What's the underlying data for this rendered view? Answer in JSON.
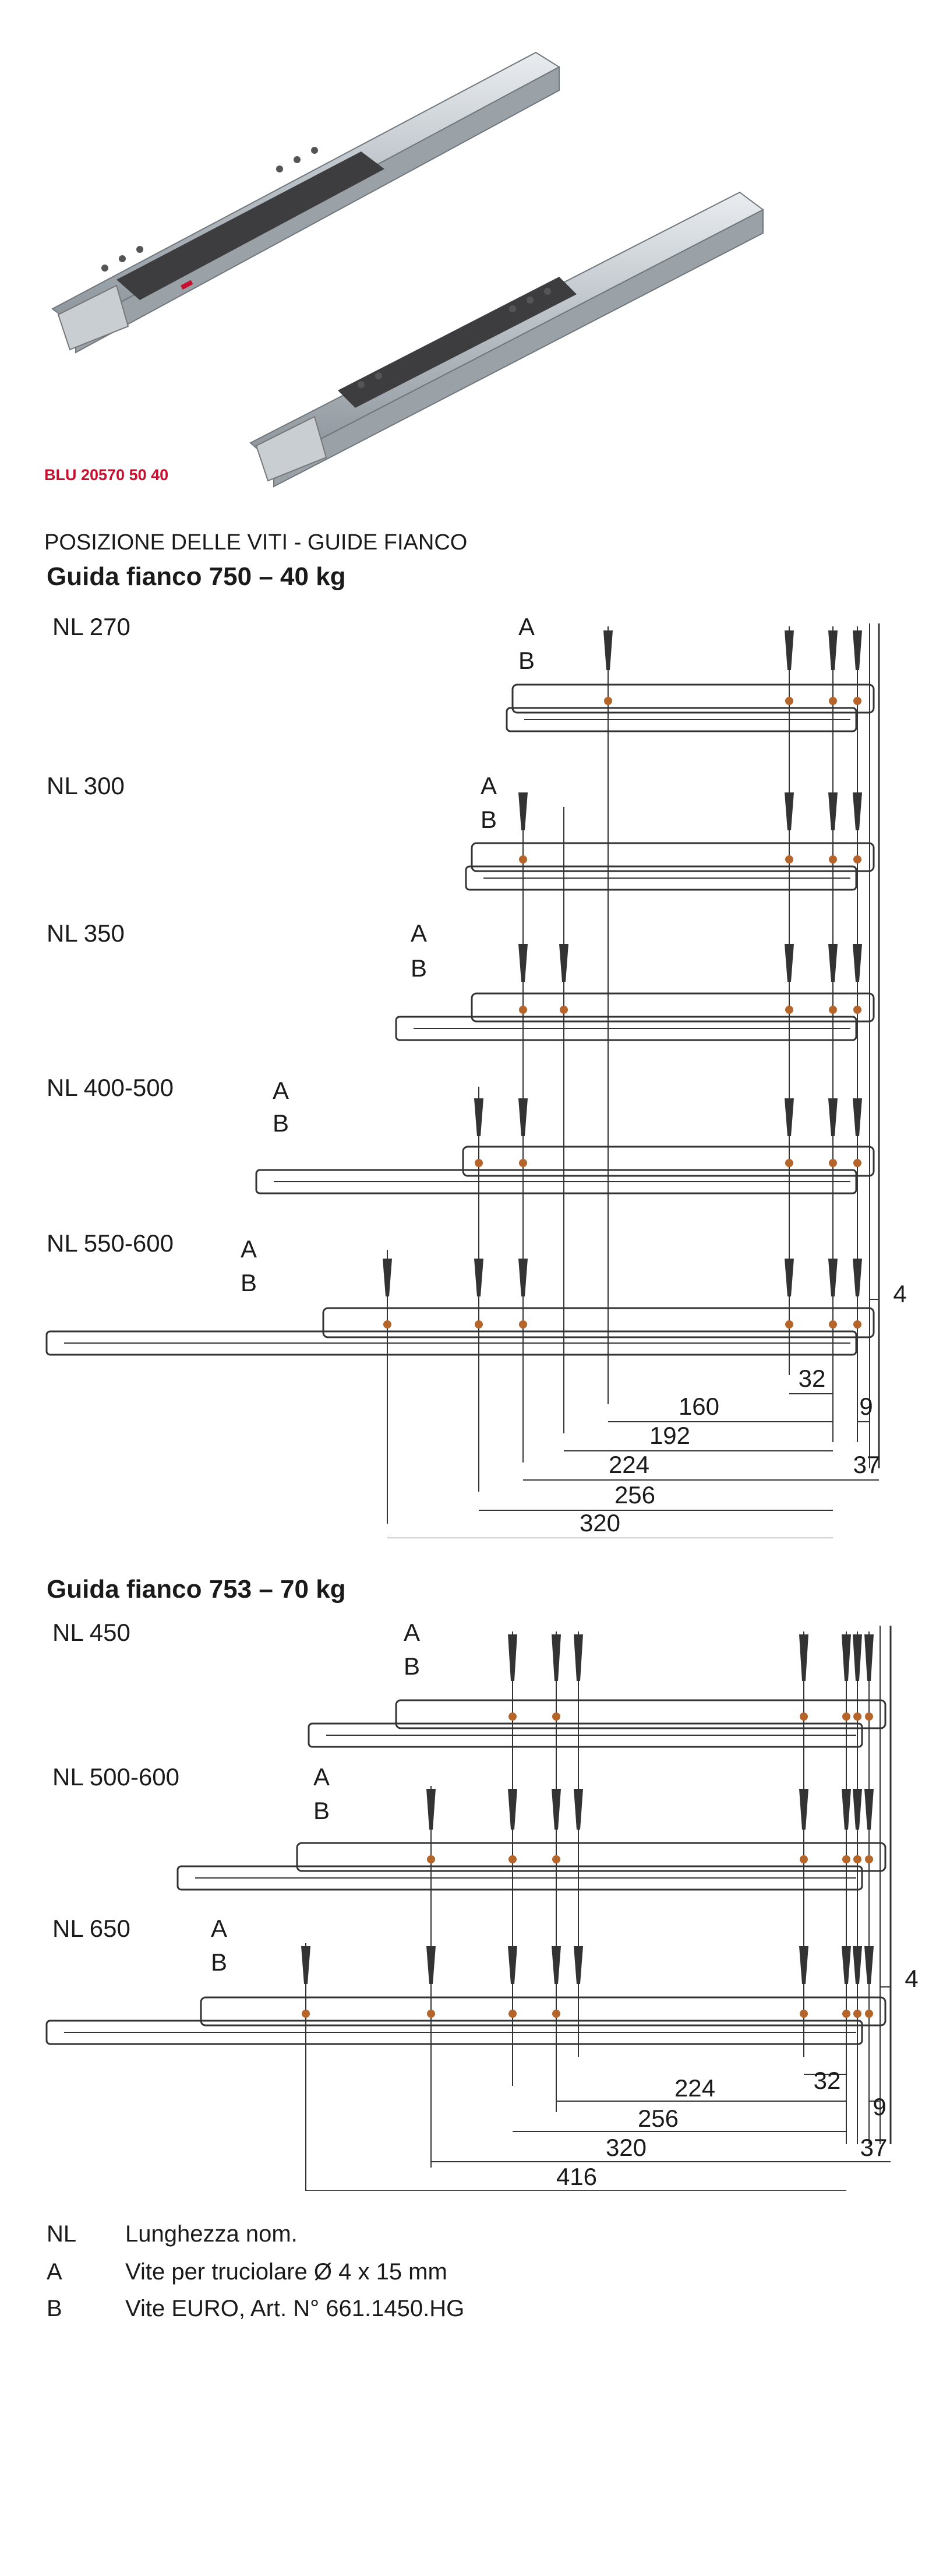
{
  "product_code": "BLU 20570 50 40",
  "subtitle": "POSIZIONE DELLE VITI - GUIDE FIANCO",
  "section1": {
    "title": "Guida fianco 750 – 40 kg",
    "rows": [
      {
        "nl": "NL 270",
        "a": "A",
        "b": "B"
      },
      {
        "nl": "NL 300",
        "a": "A",
        "b": "B"
      },
      {
        "nl": "NL 350",
        "a": "A",
        "b": "B"
      },
      {
        "nl": "NL 400-500",
        "a": "A",
        "b": "B"
      },
      {
        "nl": "NL 550-600",
        "a": "A",
        "b": "B"
      }
    ],
    "dims": {
      "d4": "4",
      "d32": "32",
      "d9": "9",
      "d37": "37",
      "d160": "160",
      "d192": "192",
      "d224": "224",
      "d256": "256",
      "d320": "320"
    }
  },
  "section2": {
    "title": "Guida fianco 753 – 70 kg",
    "rows": [
      {
        "nl": "NL 450",
        "a": "A",
        "b": "B"
      },
      {
        "nl": "NL 500-600",
        "a": "A",
        "b": "B"
      },
      {
        "nl": "NL 650",
        "a": "A",
        "b": "B"
      }
    ],
    "dims": {
      "d4": "4",
      "d32": "32",
      "d9": "9",
      "d37": "37",
      "d224": "224",
      "d256": "256",
      "d320": "320",
      "d416": "416"
    }
  },
  "legend": [
    {
      "key": "NL",
      "value": "Lunghezza nom."
    },
    {
      "key": "A",
      "value": "Vite per truciolare Ø 4 x 15 mm"
    },
    {
      "key": "B",
      "value": "Vite EURO, Art. N° 661.1450.HG"
    }
  ],
  "colors": {
    "rail": "#333333",
    "hole": "#b5652a",
    "slider_dark": "#3d3d40",
    "code": "#c8102e"
  }
}
